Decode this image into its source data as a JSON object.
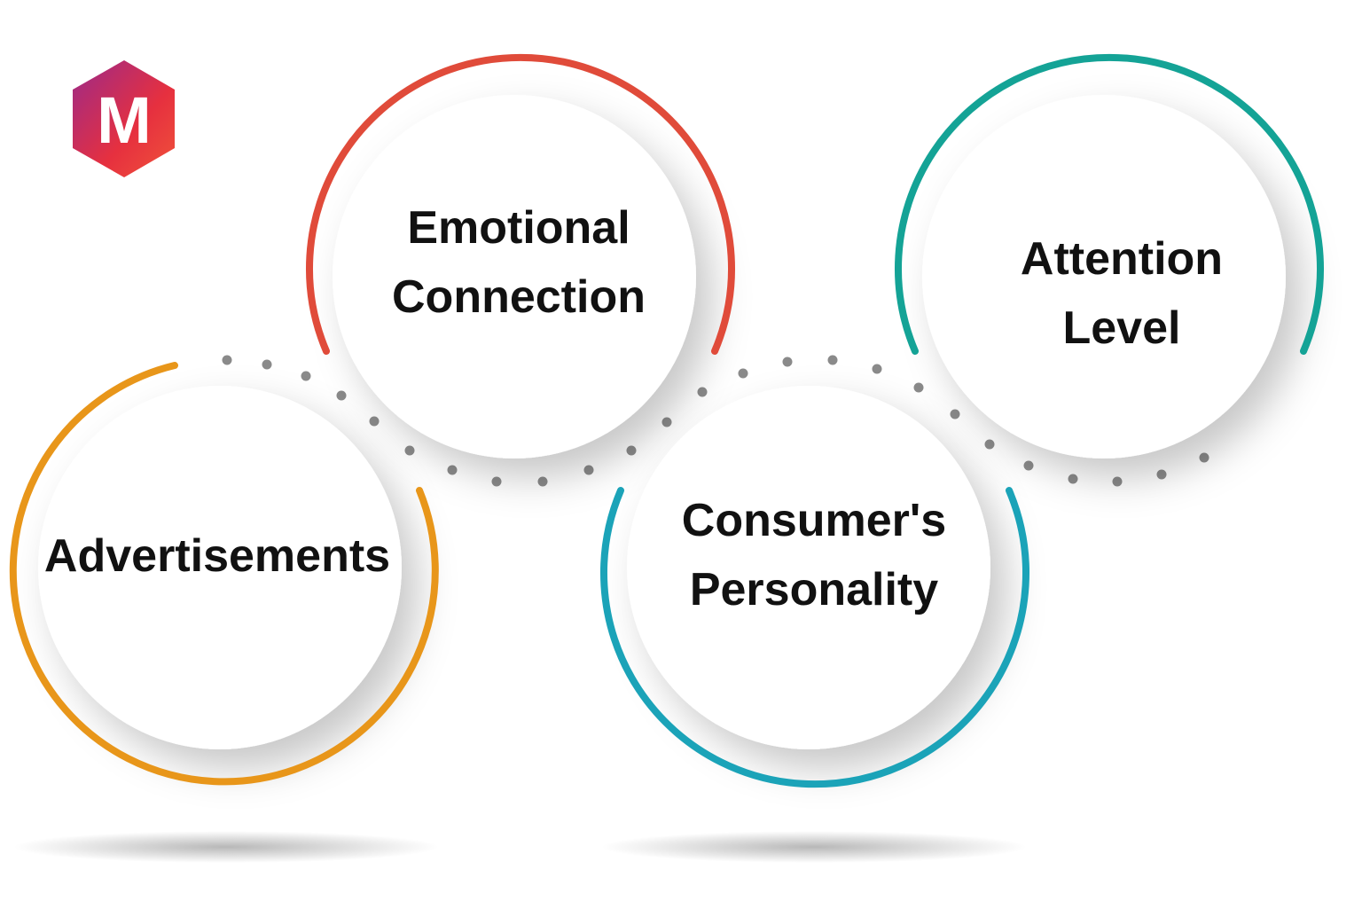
{
  "logo": {
    "letter": "M",
    "colors": {
      "start": "#9b2a8a",
      "end": "#f0533a"
    }
  },
  "nodes": [
    {
      "id": "advertisements",
      "lines": [
        "Advertisements"
      ],
      "color": "#E8961A"
    },
    {
      "id": "emotional-connection",
      "lines": [
        "Emotional",
        "Connection"
      ],
      "color": "#E04B3A"
    },
    {
      "id": "consumers-personality",
      "lines": [
        "Consumer's",
        "Personality"
      ],
      "color": "#1BA3B8"
    },
    {
      "id": "attention-level",
      "lines": [
        "Attention",
        "Level"
      ],
      "color": "#14A396"
    }
  ],
  "connector_color": "#8a8a8a"
}
